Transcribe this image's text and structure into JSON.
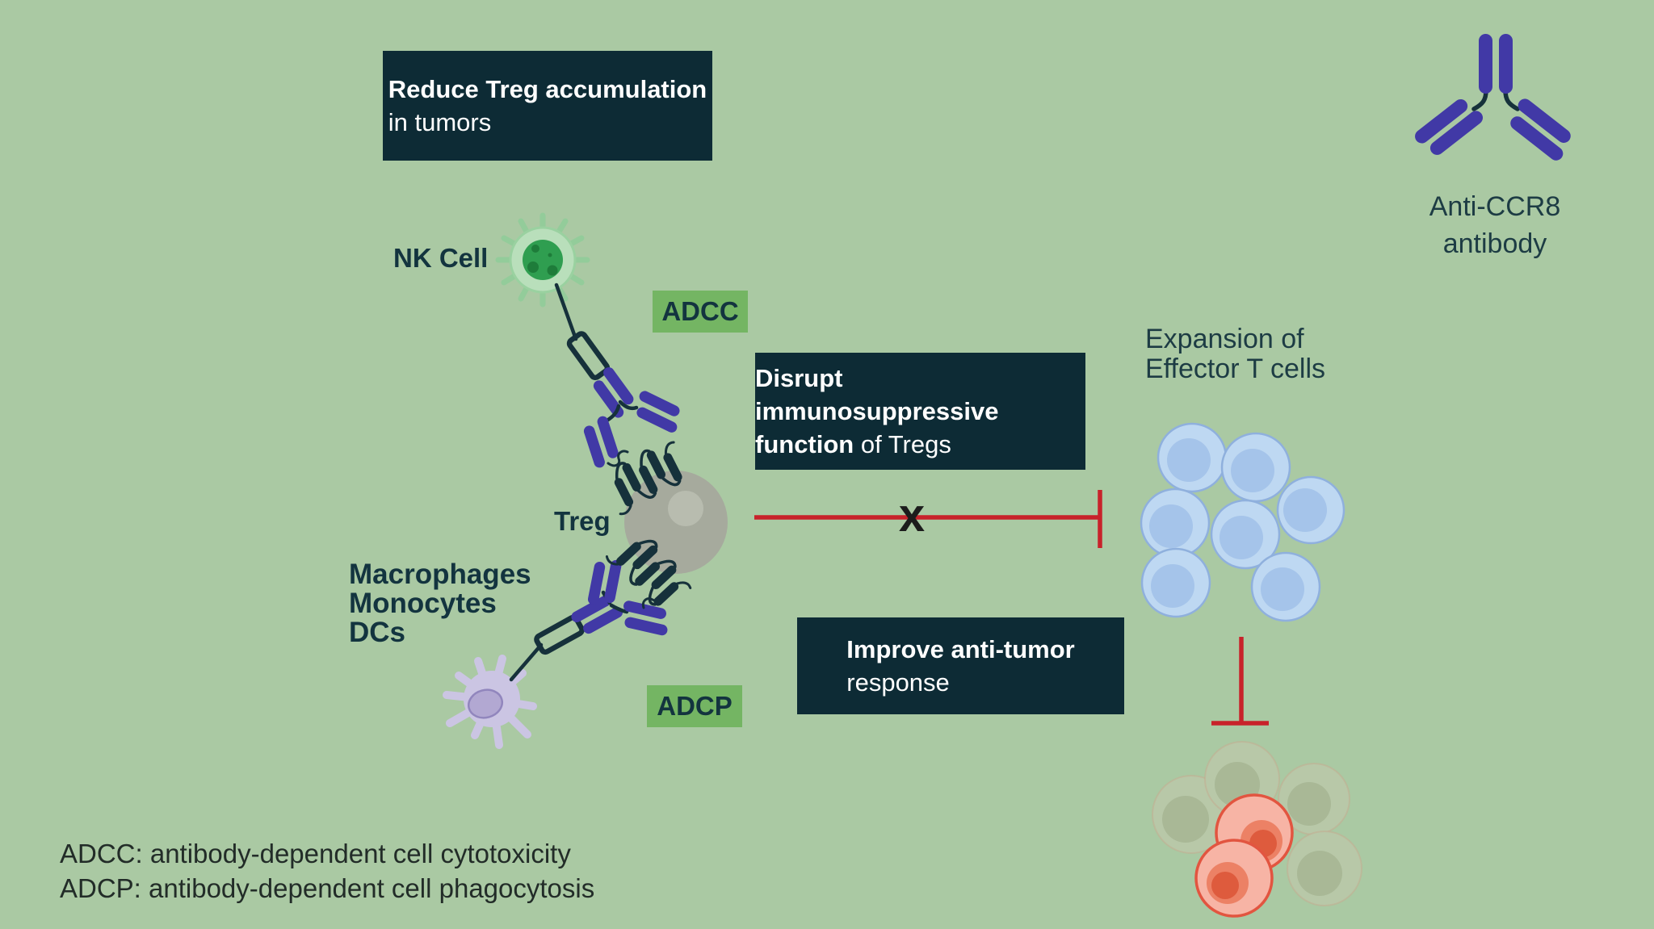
{
  "boxes": {
    "reduce": {
      "line1_bold": "Reduce Treg accumulation",
      "line2_regular": "in tumors"
    },
    "disrupt": {
      "line1_bold": "Disrupt immunosuppressive",
      "line2_bold": "function",
      "line2_regular": " of Tregs"
    },
    "improve": {
      "line1_bold": "Improve anti-tumor",
      "line2_regular": "response"
    }
  },
  "chips": {
    "adcc": "ADCC",
    "adcp": "ADCP"
  },
  "cell_labels": {
    "nk": "NK Cell",
    "treg": "Treg",
    "myeloid_line1": "Macrophages",
    "myeloid_line2": "Monocytes",
    "myeloid_line3": "DCs"
  },
  "right_labels": {
    "expansion_line1": "Expansion of",
    "expansion_line2": "Effector T cells",
    "antibody_line1": "Anti-CCR8",
    "antibody_line2": "antibody"
  },
  "inhibition": {
    "x_symbol": "x"
  },
  "legend": {
    "line1": "ADCC: antibody-dependent cell cytotoxicity",
    "line2": "ADCP: antibody-dependent cell phagocytosis"
  },
  "colors": {
    "background": "#aac9a3",
    "panel": "#0d2b35",
    "chip_green": "#74b563",
    "navy": "#13343f",
    "teal_text": "#1d3c44",
    "legend_text": "#222c28",
    "white": "#ffffff",
    "indigo": "#4139a6",
    "outline": "#16313b",
    "red": "#c8222a",
    "x_black": "#1c1c1c",
    "nk_body": "#b9dfbb",
    "nk_border": "#9ad1a0",
    "nk_nucleus": "#2f9e50",
    "nk_spots": "#1e7c3a",
    "treg_body": "#a6aa9d",
    "treg_highlight": "#b8bcaf",
    "macrophage_body": "#cbc5e3",
    "macrophage_nucleus": "#b2a8d2",
    "macrophage_nucleus_border": "#9186bd",
    "tcell_body": "#bed8f2",
    "tcell_border": "#8fb0dd",
    "tcell_nucleus": "#a5c4ea",
    "tumor_faded_body": "#bac8a9",
    "tumor_faded_border": "#c8a78e",
    "tumor_faded_nucleus": "#a9b795",
    "tumor_red_body": "#f7b4a5",
    "tumor_red_border": "#e25540",
    "tumor_red_nucleus": "#ec8165",
    "tumor_red_nucleus_core": "#de5b3d"
  }
}
